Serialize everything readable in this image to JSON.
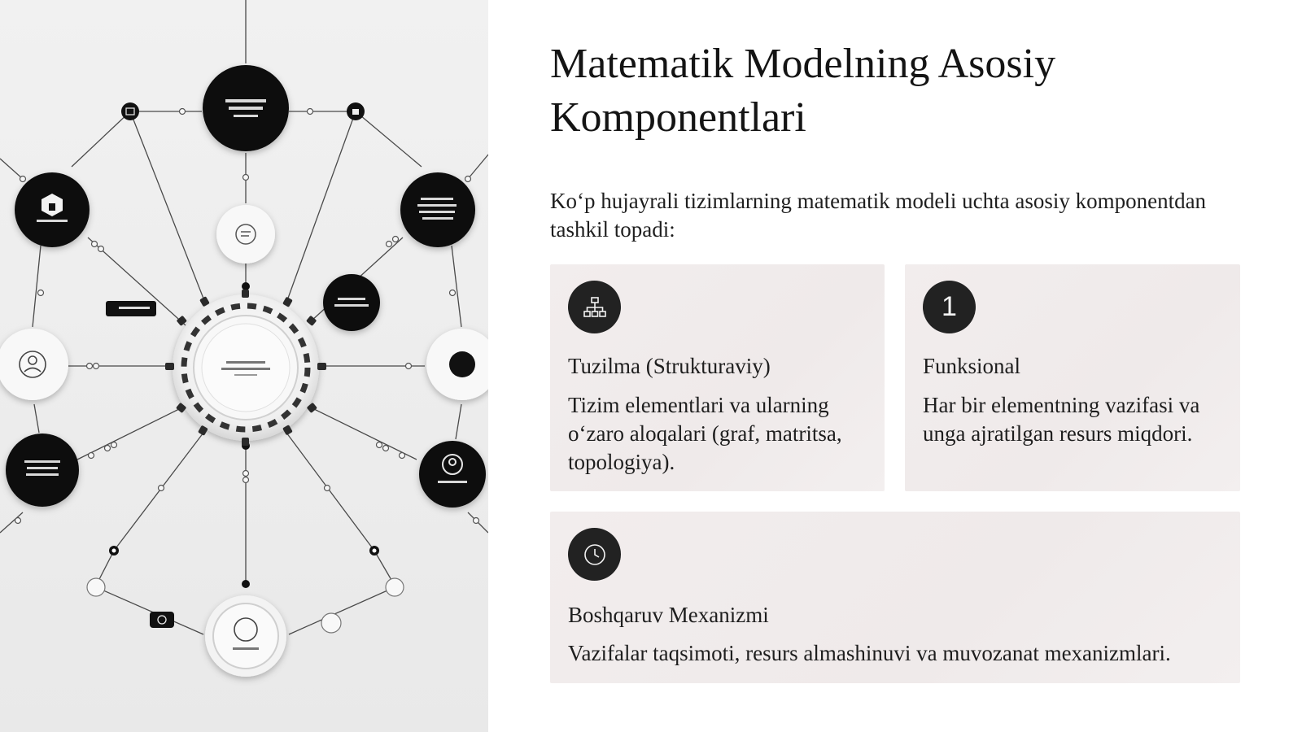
{
  "slide": {
    "title": "Matematik Modelning Asosiy Komponentlari",
    "intro": "Ko‘p hujayrali tizimlarning matematik modeli uchta asosiy komponentdan tashkil topadi:"
  },
  "cards": [
    {
      "icon": "hierarchy-icon",
      "heading": "Tuzilma (Strukturaviy)",
      "text": "Tizim elementlari va ularning o‘zaro aloqalari (graf, matritsa, topologiya)."
    },
    {
      "icon": "number-one-icon",
      "icon_text": "1",
      "heading": "Funksional",
      "text": "Har bir elementning vazifasi va unga ajratilgan resurs miqdori."
    },
    {
      "icon": "clock-icon",
      "heading": "Boshqaruv Mexanizmi",
      "text": "Vazifalar taqsimoti, resurs almashinuvi va muvozanat mexanizmlari."
    }
  ],
  "diagram": {
    "icon": "network-diagram-illustration",
    "colors": {
      "dark_node": "#111111",
      "light_node": "#f7f7f7",
      "line": "#555555"
    }
  }
}
